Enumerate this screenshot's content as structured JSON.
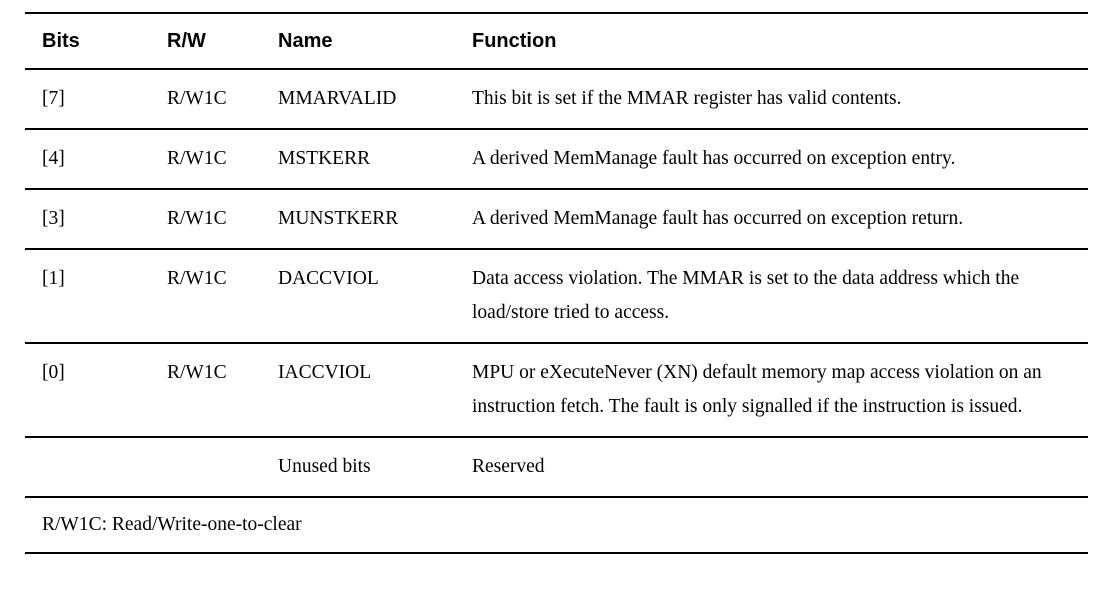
{
  "table": {
    "columns": [
      {
        "key": "bits",
        "label": "Bits"
      },
      {
        "key": "rw",
        "label": "R/W"
      },
      {
        "key": "name",
        "label": "Name"
      },
      {
        "key": "function",
        "label": "Function"
      }
    ],
    "rows": [
      {
        "bits": "[7]",
        "rw": "R/W1C",
        "name": "MMARVALID",
        "function": "This bit is set if the MMAR register has valid contents."
      },
      {
        "bits": "[4]",
        "rw": "R/W1C",
        "name": "MSTKERR",
        "function": "A derived MemManage fault has occurred on exception entry."
      },
      {
        "bits": "[3]",
        "rw": "R/W1C",
        "name": "MUNSTKERR",
        "function": "A derived MemManage fault has occurred on exception return."
      },
      {
        "bits": "[1]",
        "rw": "R/W1C",
        "name": "DACCVIOL",
        "function": "Data access violation. The MMAR is set to the data address which the load/store tried to access."
      },
      {
        "bits": "[0]",
        "rw": "R/W1C",
        "name": "IACCVIOL",
        "function": "MPU or eXecuteNever (XN) default memory map access violation on an instruction fetch. The fault is only signalled if the instruction is issued."
      },
      {
        "bits": "",
        "rw": "",
        "name": "Unused bits",
        "function": "Reserved"
      }
    ],
    "footnote": "R/W1C: Read/Write-one-to-clear"
  },
  "style": {
    "rule_color": "#000000",
    "text_color": "#000000",
    "background": "#ffffff"
  }
}
